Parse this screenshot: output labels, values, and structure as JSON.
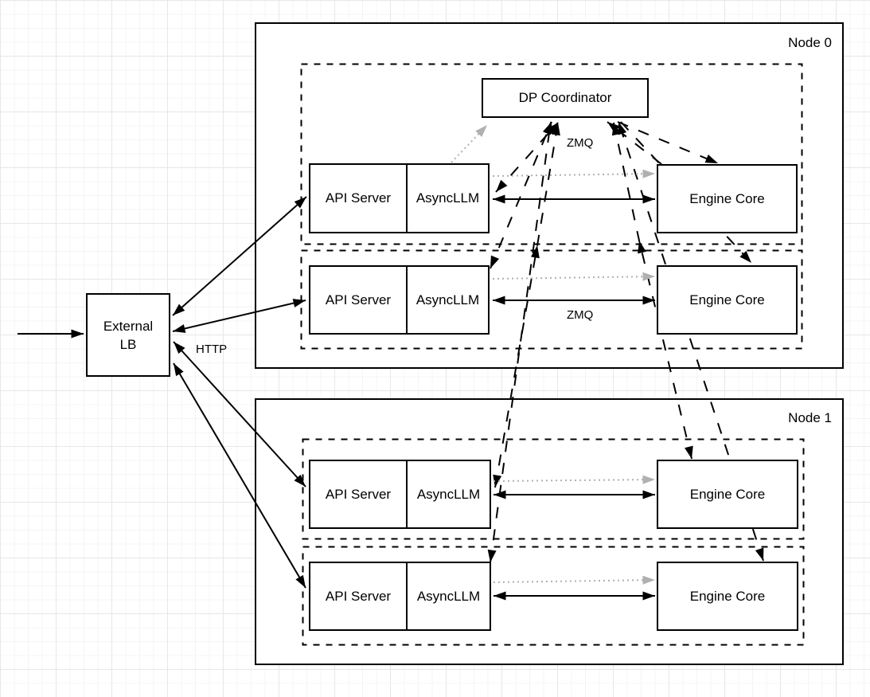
{
  "external_lb": {
    "label_line1": "External",
    "label_line2": "LB"
  },
  "node0": {
    "label": "Node 0",
    "coordinator": {
      "label": "DP Coordinator"
    },
    "rows": [
      {
        "api": "API Server",
        "async": "AsyncLLM",
        "engine": "Engine Core"
      },
      {
        "api": "API Server",
        "async": "AsyncLLM",
        "engine": "Engine Core"
      }
    ]
  },
  "node1": {
    "label": "Node 1",
    "rows": [
      {
        "api": "API Server",
        "async": "AsyncLLM",
        "engine": "Engine Core"
      },
      {
        "api": "API Server",
        "async": "AsyncLLM",
        "engine": "Engine Core"
      }
    ]
  },
  "edge_labels": {
    "http": "HTTP",
    "zmq_node0_row1": "ZMQ",
    "zmq_node0_row2": "ZMQ"
  },
  "colors": {
    "line_black": "#000000",
    "gray_dotted": "#b0b0b0",
    "box_border": "#000000",
    "box_fill": "#ffffff",
    "grid_minor": "#f4f4f4",
    "grid_major": "#e7e7e7"
  },
  "connections": [
    {
      "from": "client",
      "to": "external-lb",
      "style": "solid-arrow"
    },
    {
      "from": "external-lb",
      "to": "node0-row1-api-server",
      "style": "solid-bidirectional",
      "label": "HTTP"
    },
    {
      "from": "external-lb",
      "to": "node0-row2-api-server",
      "style": "solid-bidirectional",
      "label": "HTTP"
    },
    {
      "from": "external-lb",
      "to": "node1-row1-api-server",
      "style": "solid-bidirectional",
      "label": "HTTP"
    },
    {
      "from": "external-lb",
      "to": "node1-row2-api-server",
      "style": "solid-bidirectional",
      "label": "HTTP"
    },
    {
      "from": "asyncllm",
      "to": "engine-core",
      "style": "solid-bidirectional",
      "label": "ZMQ",
      "note": "one per row"
    },
    {
      "from": "asyncllm",
      "to": "engine-core",
      "style": "gray-dotted-arrow",
      "note": "one per row"
    },
    {
      "from": "node0-row1-asyncllm",
      "to": "dp-coordinator",
      "style": "gray-dotted-arrow"
    },
    {
      "from": "dp-coordinator",
      "to": "node0-row1-asyncllm",
      "style": "dashed-bidirectional"
    },
    {
      "from": "dp-coordinator",
      "to": "node0-row2-asyncllm",
      "style": "dashed-bidirectional"
    },
    {
      "from": "dp-coordinator",
      "to": "node1-row1-asyncllm",
      "style": "dashed-bidirectional"
    },
    {
      "from": "dp-coordinator",
      "to": "node1-row2-asyncllm",
      "style": "dashed-bidirectional"
    },
    {
      "from": "dp-coordinator",
      "to": "node0-row1-engine-core",
      "style": "dashed-arrow"
    },
    {
      "from": "node0-row1-engine-core",
      "to": "dp-coordinator",
      "style": "dashed-arrow"
    },
    {
      "from": "dp-coordinator",
      "to": "node0-row2-engine-core",
      "style": "dashed-arrow"
    },
    {
      "from": "dp-coordinator",
      "to": "node1-row1-engine-core",
      "style": "dashed-bidirectional"
    },
    {
      "from": "dp-coordinator",
      "to": "node1-row2-engine-core",
      "style": "dashed-bidirectional"
    }
  ]
}
